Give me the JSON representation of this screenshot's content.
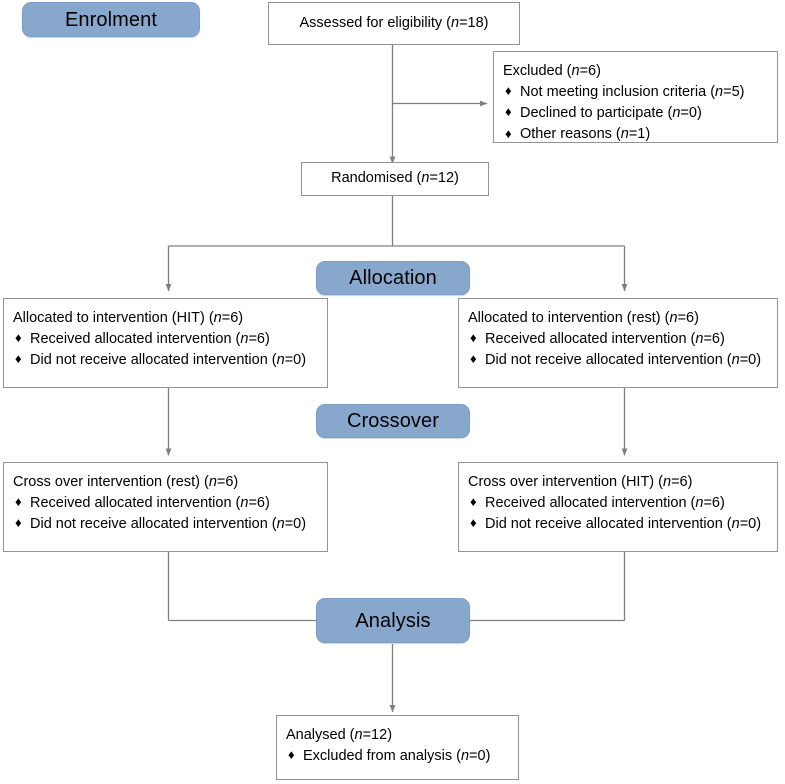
{
  "diagram": {
    "title": "CONSORT participant flow diagram",
    "accent_color": "#88a7cd",
    "box_border_color": "#949494",
    "connector_color": "#808080",
    "stages": {
      "enrolment": "Enrolment",
      "allocation": "Allocation",
      "crossover": "Crossover",
      "analysis": "Analysis"
    },
    "nodes": {
      "assessed": {
        "headline_prefix": "Assessed for eligibility (",
        "headline_n": "n",
        "headline_suffix": "=18)"
      },
      "excluded": {
        "title_prefix": "Excluded (",
        "title_n": "n",
        "title_suffix": "=6)",
        "bullets": [
          {
            "mark": "♦",
            "text_prefix": "Not meeting inclusion criteria (",
            "n": "n",
            "text_suffix": "=5)"
          },
          {
            "mark": "♦",
            "text_prefix": "Declined to participate (",
            "n": "n",
            "text_suffix": "=0)"
          },
          {
            "mark": "♦",
            "text_prefix": "Other reasons (",
            "n": "n",
            "text_suffix": "=1)"
          }
        ]
      },
      "randomised": {
        "headline_prefix": "Randomised (",
        "headline_n": "n",
        "headline_suffix": "=12)"
      },
      "alloc_left": {
        "title_prefix": "Allocated to intervention (HIT) (",
        "title_n": "n",
        "title_suffix": "=6)",
        "bullets": [
          {
            "mark": "♦",
            "text_prefix": "Received allocated intervention (",
            "n": "n",
            "text_suffix": "=6)"
          },
          {
            "mark": "♦",
            "text_prefix": "Did not receive allocated intervention (",
            "n": "n",
            "text_suffix": "=0)"
          }
        ]
      },
      "alloc_right": {
        "title_prefix": "Allocated to intervention (rest) (",
        "title_n": "n",
        "title_suffix": "=6)",
        "bullets": [
          {
            "mark": "♦",
            "text_prefix": "Received allocated intervention (",
            "n": "n",
            "text_suffix": "=6)"
          },
          {
            "mark": "♦",
            "text_prefix": "Did not receive allocated intervention (",
            "n": "n",
            "text_suffix": "=0)"
          }
        ]
      },
      "cross_left": {
        "title_prefix": "Cross over intervention (rest) (",
        "title_n": "n",
        "title_suffix": "=6)",
        "bullets": [
          {
            "mark": "♦",
            "text_prefix": "Received allocated intervention (",
            "n": "n",
            "text_suffix": "=6)"
          },
          {
            "mark": "♦",
            "text_prefix": "Did not receive allocated intervention (",
            "n": "n",
            "text_suffix": "=0)"
          }
        ]
      },
      "cross_right": {
        "title_prefix": "Cross over intervention (HIT) (",
        "title_n": "n",
        "title_suffix": "=6)",
        "bullets": [
          {
            "mark": "♦",
            "text_prefix": "Received allocated intervention (",
            "n": "n",
            "text_suffix": "=6)"
          },
          {
            "mark": "♦",
            "text_prefix": "Did not receive allocated intervention (",
            "n": "n",
            "text_suffix": "=0)"
          }
        ]
      },
      "analysed": {
        "title_prefix": "Analysed (",
        "title_n": "n",
        "title_suffix": "=12)",
        "bullets": [
          {
            "mark": "♦",
            "text_prefix": "Excluded from analysis (",
            "n": "n",
            "text_suffix": "=0)"
          }
        ]
      }
    }
  }
}
